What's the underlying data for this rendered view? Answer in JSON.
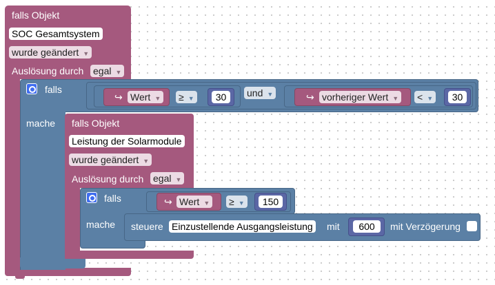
{
  "outer": {
    "title": "falls Objekt",
    "object": "SOC Gesamtsystem",
    "change": "wurde geändert",
    "trigger_label": "Auslösung durch",
    "trigger_value": "egal"
  },
  "if1": {
    "label": "falls",
    "do_label": "mache",
    "left": {
      "var": "Wert",
      "op": "≥",
      "num": "30"
    },
    "logic": "und",
    "right": {
      "var": "vorheriger Wert",
      "op": "<",
      "num": "30"
    }
  },
  "inner": {
    "title": "falls Objekt",
    "object": "Leistung der Solarmodule",
    "change": "wurde geändert",
    "trigger_label": "Auslösung durch",
    "trigger_value": "egal"
  },
  "if2": {
    "label": "falls",
    "do_label": "mache",
    "cond": {
      "var": "Wert",
      "op": "≥",
      "num": "150"
    }
  },
  "control": {
    "label": "steuere",
    "target": "Einzustellende Ausgangsleistung",
    "with_label": "mit",
    "value": "600",
    "delay_label": "mit Verzögerung"
  },
  "colors": {
    "trigger": "#a5597e",
    "control": "#5b80a5",
    "math": "#5b67a5"
  }
}
